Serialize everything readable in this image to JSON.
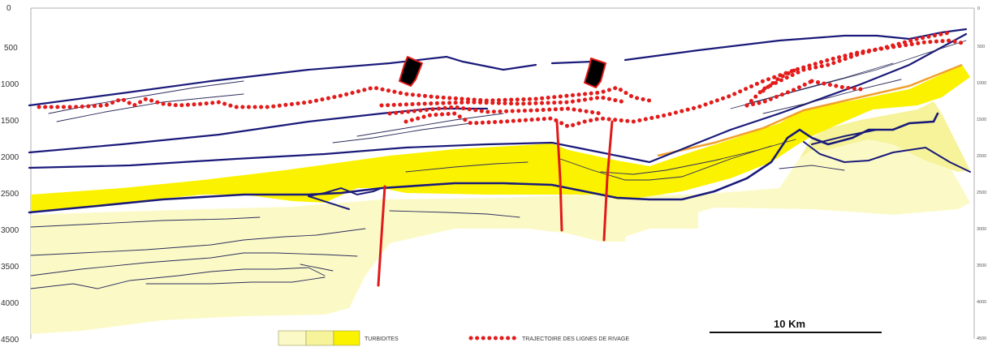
{
  "colors": {
    "turbidite_pale": "#fbfac6",
    "turbidite_mid": "#f6f39a",
    "turbidite_bright": "#fbf200",
    "reflector_blue": "#1a1a7a",
    "fault_red": "#e01a1a",
    "shoreline_red": "#e31b1b",
    "orange_boundary": "#f0a030"
  },
  "axis_left": {
    "ticks": [
      "0",
      "500",
      "1000",
      "1500",
      "2000",
      "2500",
      "3000",
      "3500",
      "4000",
      "4500"
    ]
  },
  "axis_right": {
    "ticks": [
      "0",
      "500",
      "1000",
      "1500",
      "2000",
      "2500",
      "3000",
      "3500",
      "4000",
      "4500"
    ]
  },
  "legend": {
    "turbidites_label": "TURBIDITES",
    "shoreline_label": "TRAJECTOIRE DES LIGNES DE RIVAGE"
  },
  "scale_bar": {
    "label": "10 Km"
  },
  "icons": {
    "marker": "pointer-marker-icon"
  }
}
